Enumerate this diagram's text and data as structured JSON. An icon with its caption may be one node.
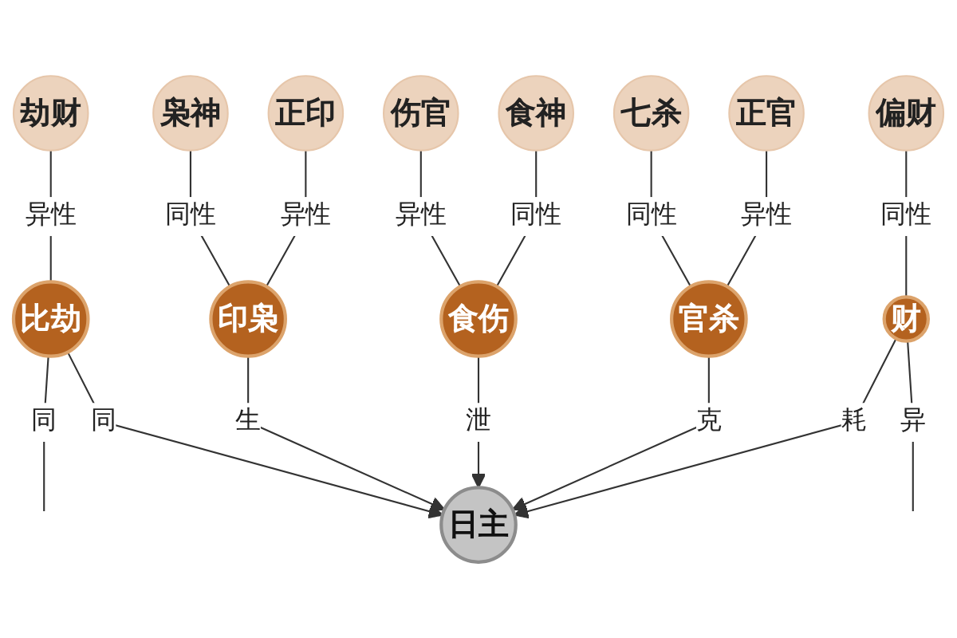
{
  "diagram": {
    "nodes": [
      {
        "text": [
          "枭神"
        ]
      },
      {
        "text": [
          "正印"
        ]
      },
      {
        "text": [
          "印枭"
        ]
      },
      {
        "text": [
          "伤官"
        ]
      },
      {
        "text": [
          "七杀"
        ]
      },
      {
        "text": [
          "食神"
        ]
      },
      {
        "text": [
          "食伤"
        ]
      },
      {
        "text": [
          "日主"
        ]
      },
      {
        "text": [
          "官杀"
        ]
      },
      {
        "text": [
          "正官"
        ]
      },
      {
        "text": [
          "比劫"
        ]
      },
      {
        "text": [
          "财"
        ]
      },
      {
        "text": [
          "劫财"
        ]
      },
      {
        "text": [
          "偏财"
        ]
      }
    ],
    "edges": [
      {
        "from": 12,
        "to": 10,
        "arrow": "none",
        "label": "异性"
      },
      {
        "from": 10,
        "to": null,
        "arrow": "none",
        "label": "同"
      },
      {
        "from": 10,
        "to": 7,
        "arrow": "to",
        "label": "同"
      },
      {
        "from": 0,
        "to": 2,
        "arrow": "none",
        "label": "同性"
      },
      {
        "from": 1,
        "to": 2,
        "arrow": "none",
        "label": "异性"
      },
      {
        "from": 2,
        "to": 7,
        "arrow": "to",
        "label": "生"
      },
      {
        "from": 3,
        "to": 6,
        "arrow": "none",
        "label": "异性"
      },
      {
        "from": 5,
        "to": 6,
        "arrow": "none",
        "label": "同性"
      },
      {
        "from": 6,
        "to": 7,
        "arrow": "to",
        "label": "泄"
      },
      {
        "from": 4,
        "to": 8,
        "arrow": "none",
        "label": "同性"
      },
      {
        "from": 9,
        "to": 8,
        "arrow": "none",
        "label": "异性"
      },
      {
        "from": 8,
        "to": 7,
        "arrow": "to",
        "label": "克"
      },
      {
        "from": 13,
        "to": 11,
        "arrow": "none",
        "label": "同性"
      },
      {
        "from": 11,
        "to": 7,
        "arrow": "to",
        "label": "耗"
      },
      {
        "from": 11,
        "to": null,
        "arrow": "none",
        "label": "异"
      }
    ]
  }
}
